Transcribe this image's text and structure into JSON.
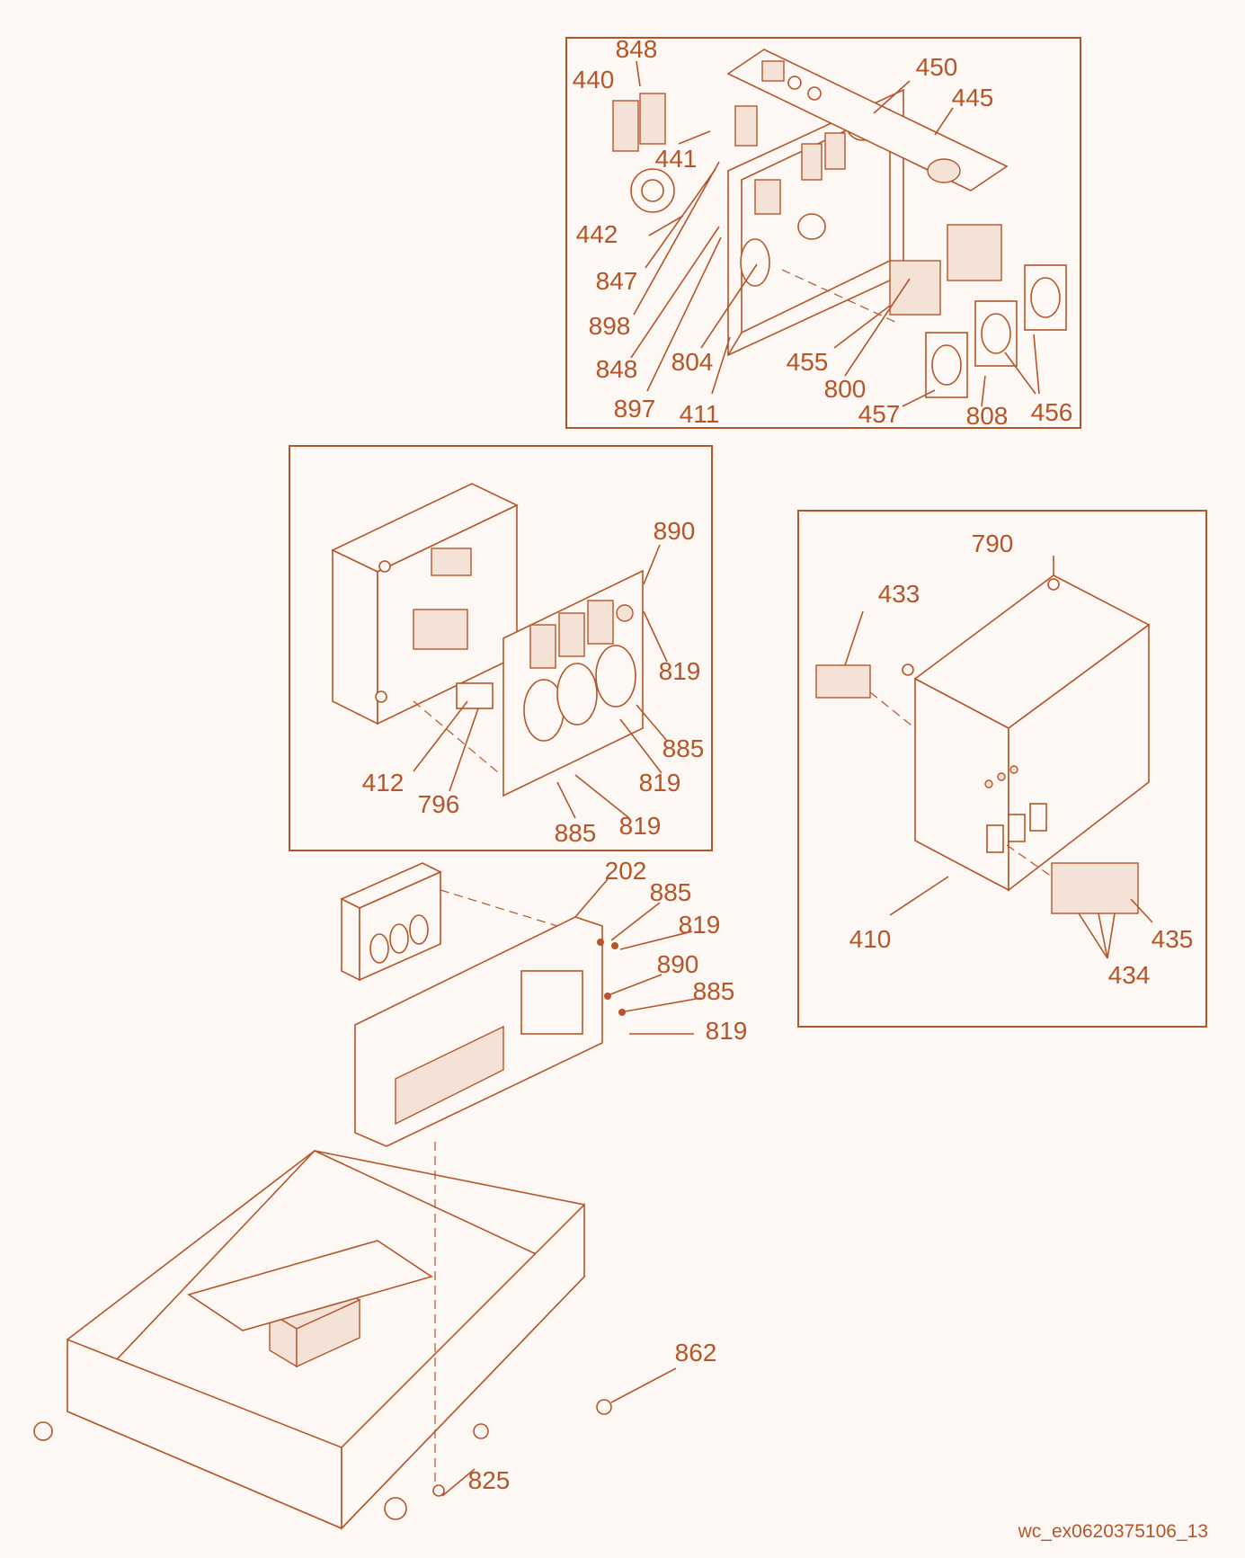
{
  "diagram": {
    "drawing_id": "wc_ex0620375106_13",
    "groups": {
      "top_panel": [
        "848",
        "440",
        "441",
        "442",
        "847",
        "898",
        "848",
        "897",
        "804",
        "411",
        "455",
        "800",
        "457",
        "808",
        "456",
        "450",
        "445"
      ],
      "middle_panel": [
        "890",
        "819",
        "885",
        "819",
        "819",
        "885",
        "412",
        "796"
      ],
      "right_box": [
        "790",
        "433",
        "410",
        "434",
        "435"
      ],
      "frame": [
        "202",
        "885",
        "819",
        "890",
        "885",
        "819",
        "862",
        "825"
      ]
    },
    "labels": {
      "t848a": "848",
      "t440": "440",
      "t441": "441",
      "t442": "442",
      "t847": "847",
      "t898": "898",
      "t848b": "848",
      "t897": "897",
      "t804": "804",
      "t411": "411",
      "t455": "455",
      "t800": "800",
      "t457": "457",
      "t808": "808",
      "t456": "456",
      "t450": "450",
      "t445": "445",
      "m890": "890",
      "m819a": "819",
      "m885a": "885",
      "m819b": "819",
      "m819c": "819",
      "m885b": "885",
      "m412": "412",
      "m796": "796",
      "r790": "790",
      "r433": "433",
      "r410": "410",
      "r434": "434",
      "r435": "435",
      "f202": "202",
      "f885a": "885",
      "f819a": "819",
      "f890": "890",
      "f885b": "885",
      "f819b": "819",
      "f862": "862",
      "f825": "825"
    }
  }
}
